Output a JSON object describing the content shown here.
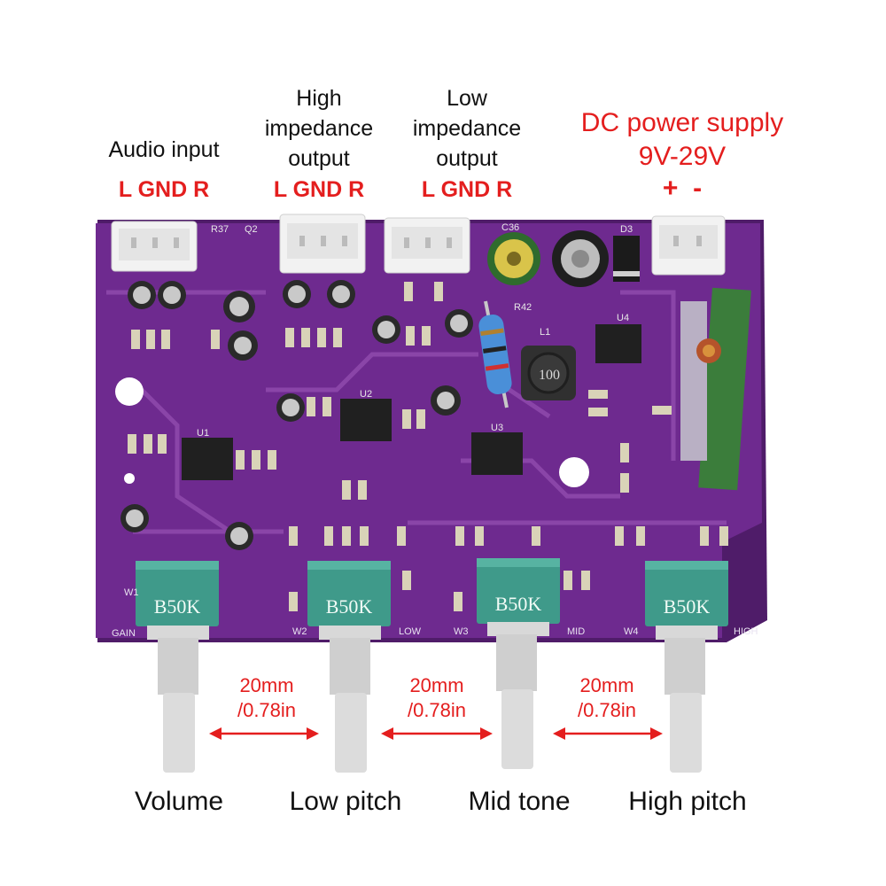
{
  "top_labels": {
    "audio_input": {
      "title": "Audio input",
      "pins": "L GND R"
    },
    "high_impedance": {
      "line1": "High",
      "line2": "impedance",
      "line3": "output",
      "pins": "L GND R"
    },
    "low_impedance": {
      "line1": "Low",
      "line2": "impedance",
      "line3": "output",
      "pins": "L GND R"
    },
    "dc_power": {
      "line1": "DC power supply",
      "line2": "9V-29V",
      "pins": "+  -"
    }
  },
  "spacing_labels": [
    {
      "line1": "20mm",
      "line2": "/0.78in"
    },
    {
      "line1": "20mm",
      "line2": "/0.78in"
    },
    {
      "line1": "20mm",
      "line2": "/0.78in"
    }
  ],
  "knobs": [
    {
      "label": "Volume",
      "pot": "B50K",
      "silk": "W1",
      "silk2": "GAIN"
    },
    {
      "label": "Low pitch",
      "pot": "B50K",
      "silk": "W2",
      "silk2": "LOW"
    },
    {
      "label": "Mid tone",
      "pot": "B50K",
      "silk": "W3",
      "silk2": "MID"
    },
    {
      "label": "High pitch",
      "pot": "B50K",
      "silk": "W4",
      "silk2": "HIGH"
    }
  ],
  "board_silk": {
    "u1": "U1",
    "u2": "U2",
    "u3": "U3",
    "u4": "U4",
    "inductor": "100",
    "l1": "L1",
    "d3": "D3",
    "c36": "C36",
    "q2": "Q2",
    "r37": "R37",
    "r42": "R42"
  },
  "colors": {
    "pcb": "#6e2a8f",
    "pcb_dark": "#4f1c69",
    "trace": "#8a45a8",
    "pot": "#3f9a8a",
    "arrow": "#e41e1e",
    "label_red": "#e41e1e"
  }
}
